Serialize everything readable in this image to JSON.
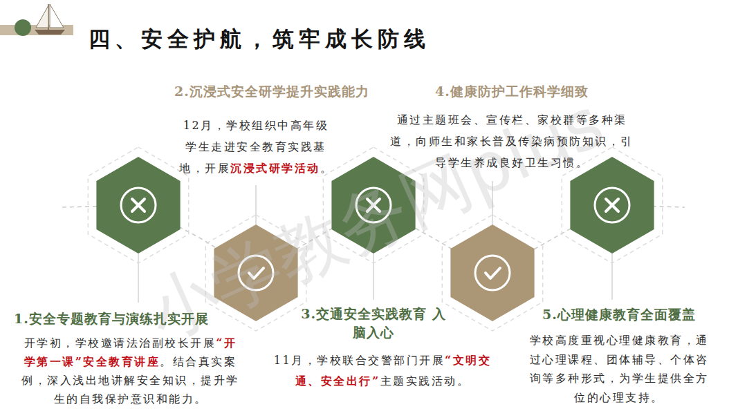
{
  "diagram": {
    "title": "四、安全护航，筑牢成长防线",
    "nodes": [
      {
        "text": [
          "1.安全专题教育与演练扎实开展",
          "开学初，学校邀请法治副校长开展“开学第一课”安全教育讲座。结合真实案例，深入浅出地讲解安全知识，提升学生的自我保护意识和能力。"
        ]
      },
      {
        "text": [
          "2.沉浸式安全研学提升实践能力",
          "12月，学校组织中高年级学生走进安全教育实践基地，开展沉浸式研学活动。"
        ]
      },
      {
        "text": [
          "3.交通安全实践教育 入脑入心",
          "11月，学校联合交警部门开展“文明交通、安全出行”主题实践活动。"
        ]
      },
      {
        "text": [
          "4.健康防护工作科学细致",
          "通过主题班会、宣传栏、家校群等多种渠道，向师生和家长普及传染病预防知识，引导学生养成良好卫生习惯。"
        ]
      },
      {
        "text": [
          "5.心理健康教育全面覆盖",
          "学校高度重视心理健康教育，通过心理课程、团体辅导、个体咨询等多种形式，为学生提供全方位的心理支持。"
        ]
      }
    ],
    "labels": [
      "小学教务网plus"
    ]
  }
}
